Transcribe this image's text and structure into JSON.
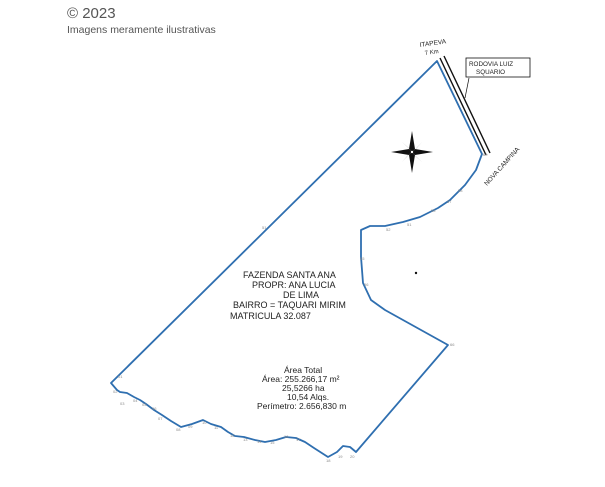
{
  "watermark": {
    "copyright": "© 2023",
    "disclaimer": "Imagens meramente ilustrativas"
  },
  "road_labels": {
    "itapeva_line1": "ITAPEVA",
    "itapeva_line2": "7 Km",
    "rodovia_line1": "RODOVIA LUIZ",
    "rodovia_line2": "SQUARIO",
    "nova_campina": "NOVA CAMPINA"
  },
  "property": {
    "name": "FAZENDA SANTA ANA",
    "owner_line1": "PROPR: ANA LUCIA",
    "owner_line2": "DE LIMA",
    "bairro": "BAIRRO = TAQUARI MIRIM",
    "matricula": "MATRICULA 32.087"
  },
  "area": {
    "heading": "Área Total",
    "m2": "Área: 255.266,17 m²",
    "ha": "25,5266 ha",
    "alqs": "10,54 Alqs.",
    "perimeter": "Perímetro: 2.656,830 m"
  },
  "colors": {
    "boundary": "#2f6fb0",
    "road": "#111111",
    "text": "#222222"
  },
  "icons": {
    "compass": "north-arrow-compass-rose"
  }
}
